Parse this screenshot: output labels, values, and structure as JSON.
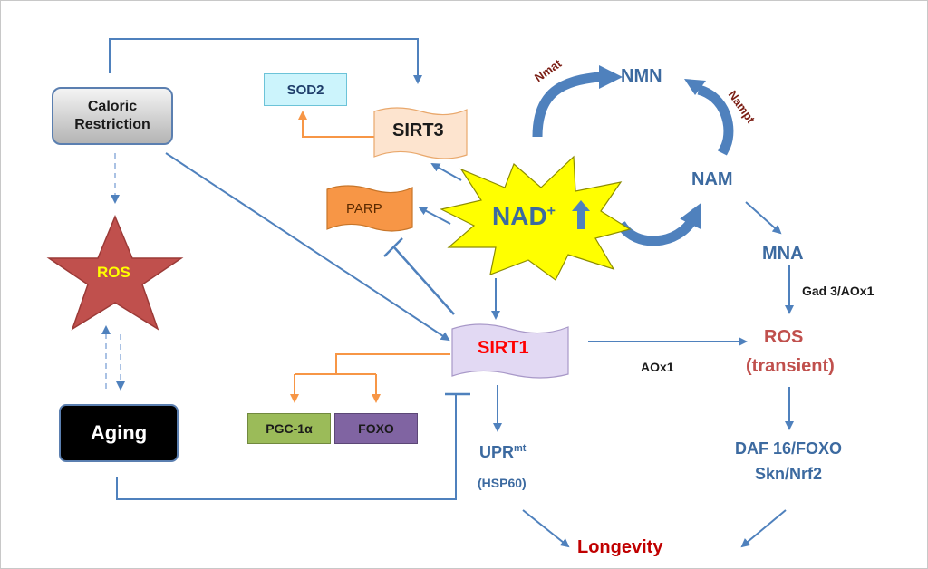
{
  "nodes": {
    "caloric_restriction": "Caloric\nRestriction",
    "ros_star": "ROS",
    "aging": "Aging",
    "sod2": "SOD2",
    "sirt3": "SIRT3",
    "parp": "PARP",
    "nad_main": "NAD",
    "nad_sup": "+",
    "nmn": "NMN",
    "nam": "NAM",
    "mna": "MNA",
    "sirt1": "SIRT1",
    "pgc1a": "PGC-1α",
    "foxo": "FOXO",
    "upr_main": "UPR",
    "upr_sup": "mt",
    "hsp60": "(HSP60)",
    "ros_transient_1": "ROS",
    "ros_transient_2": "(transient)",
    "daf16": "DAF 16/FOXO",
    "skn": "Skn/Nrf2",
    "longevity": "Longevity"
  },
  "edge_labels": {
    "nmat": "Nmat",
    "nampt": "Nampt",
    "gad3": "Gad 3/AOx1",
    "aox1": "AOx1"
  },
  "colors": {
    "arrow_blue": "#4f81bd",
    "arrow_orange": "#f79646",
    "nad_fill": "#ffff00",
    "ros_star_fill": "#c0504d",
    "sirt1_text": "#ff0000",
    "longevity_text": "#c00000",
    "ros_transient_text": "#c0504d",
    "aging_bg": "#000000"
  },
  "icons": [
    "up-arrow-icon"
  ]
}
